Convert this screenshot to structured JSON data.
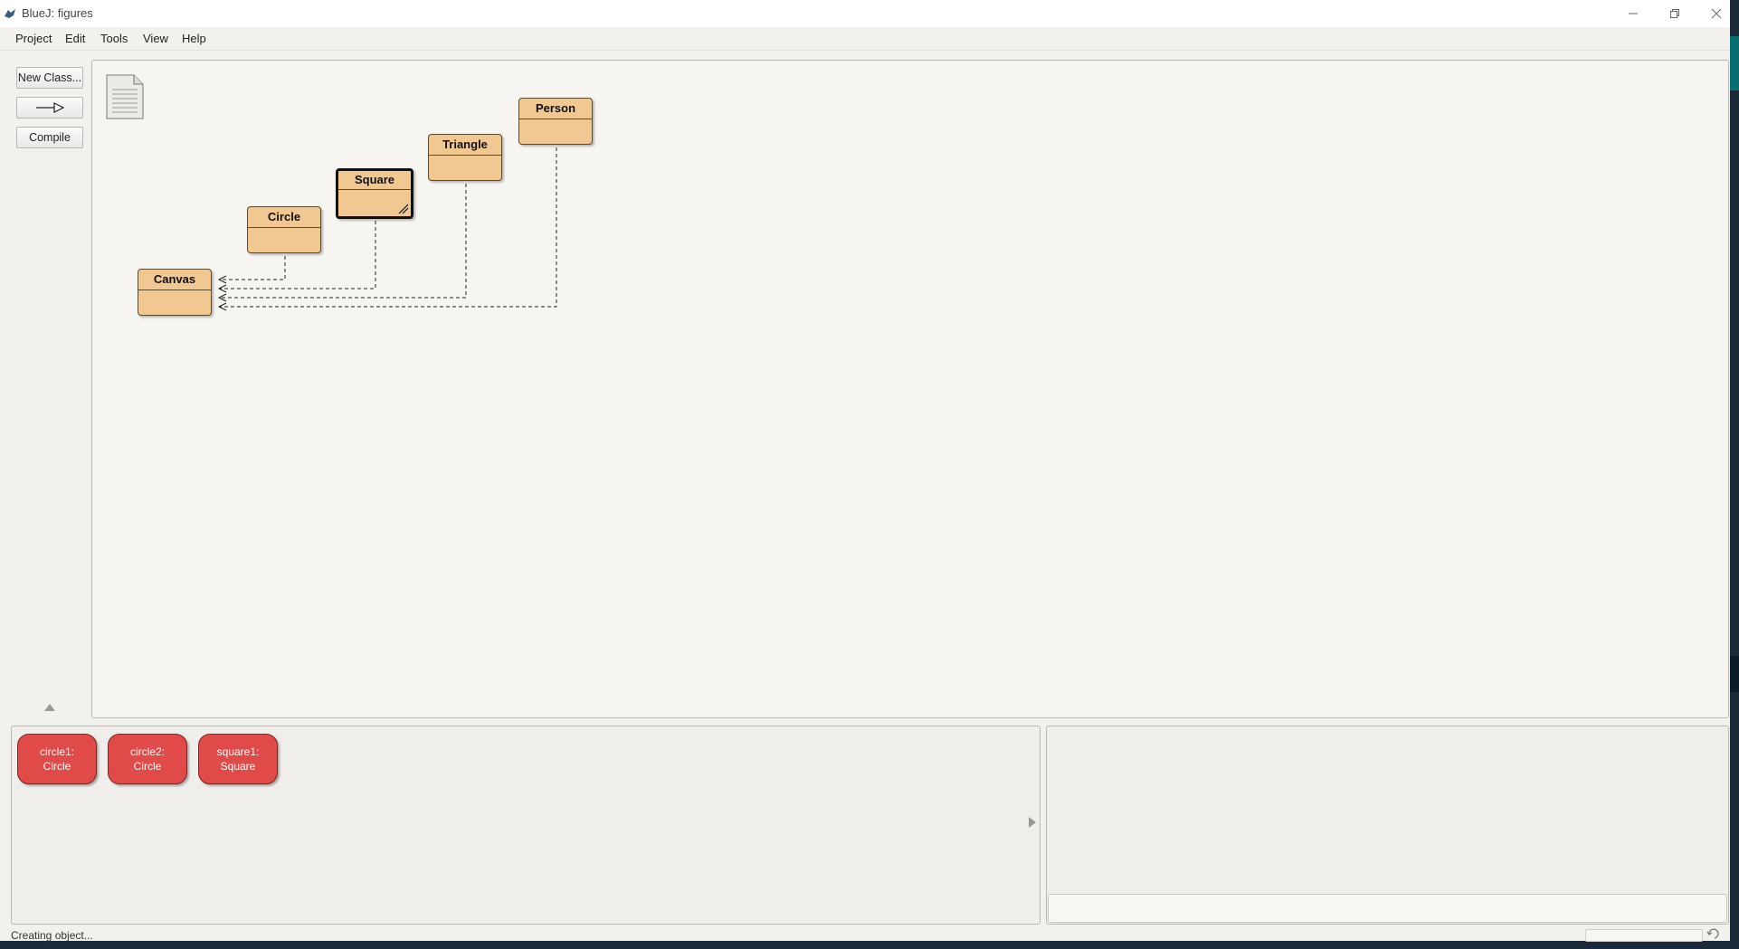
{
  "window": {
    "title": "BlueJ:  figures"
  },
  "menu": {
    "items": [
      "Project",
      "Edit",
      "Tools",
      "View",
      "Help"
    ]
  },
  "tools": {
    "new_class": "New Class...",
    "compile": "Compile"
  },
  "diagram": {
    "classes": [
      {
        "name": "Canvas"
      },
      {
        "name": "Circle"
      },
      {
        "name": "Square",
        "selected": true
      },
      {
        "name": "Triangle"
      },
      {
        "name": "Person"
      }
    ]
  },
  "bench": {
    "objects": [
      {
        "line1": "circle1:",
        "line2": "Circle"
      },
      {
        "line1": "circle2:",
        "line2": "Circle"
      },
      {
        "line1": "square1:",
        "line2": "Square"
      }
    ]
  },
  "status": {
    "text": "Creating object..."
  },
  "colors": {
    "class_fill": "#f1c892",
    "object_fill": "#e04a48",
    "background": "#f2f1ee"
  }
}
